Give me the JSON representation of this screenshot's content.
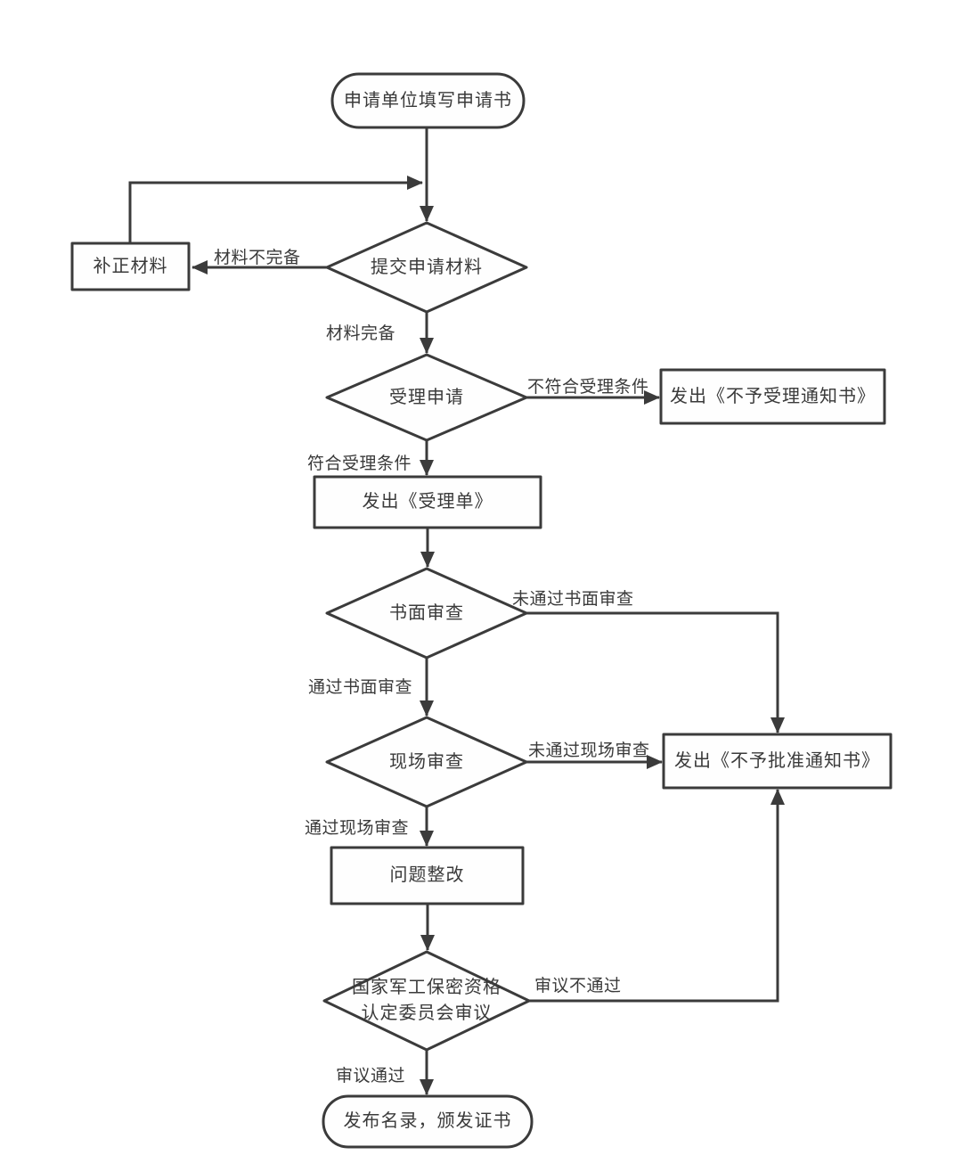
{
  "nodes": {
    "start": {
      "label": "申请单位填写申请书",
      "type": "terminal"
    },
    "submit_materials": {
      "label": "提交申请材料",
      "type": "decision"
    },
    "supplement_materials": {
      "label": "补正材料",
      "type": "process"
    },
    "accept_application": {
      "label": "受理申请",
      "type": "decision"
    },
    "notice_not_accepted": {
      "label": "发出《不予受理通知书》",
      "type": "process"
    },
    "issue_acceptance_form": {
      "label": "发出《受理单》",
      "type": "process"
    },
    "written_review": {
      "label": "书面审查",
      "type": "decision"
    },
    "onsite_review": {
      "label": "现场审查",
      "type": "decision"
    },
    "notice_not_approved": {
      "label": "发出《不予批准通知书》",
      "type": "process"
    },
    "rectification": {
      "label": "问题整改",
      "type": "process"
    },
    "committee_review": {
      "label": "国家军工保密资格\n认定委员会审议",
      "type": "decision"
    },
    "end": {
      "label": "发布名录，颁发证书",
      "type": "terminal"
    }
  },
  "edge_labels": {
    "materials_incomplete": "材料不完备",
    "materials_complete": "材料完备",
    "not_meet_conditions": "不符合受理条件",
    "meet_conditions": "符合受理条件",
    "fail_written_review": "未通过书面审查",
    "pass_written_review": "通过书面审查",
    "fail_onsite_review": "未通过现场审查",
    "pass_onsite_review": "通过现场审查",
    "review_rejected": "审议不通过",
    "review_passed": "审议通过"
  },
  "colors": {
    "line": "#3b3b3b",
    "text": "#3a3a3a",
    "node_fill": "#fefefe",
    "background": "#ffffff"
  }
}
